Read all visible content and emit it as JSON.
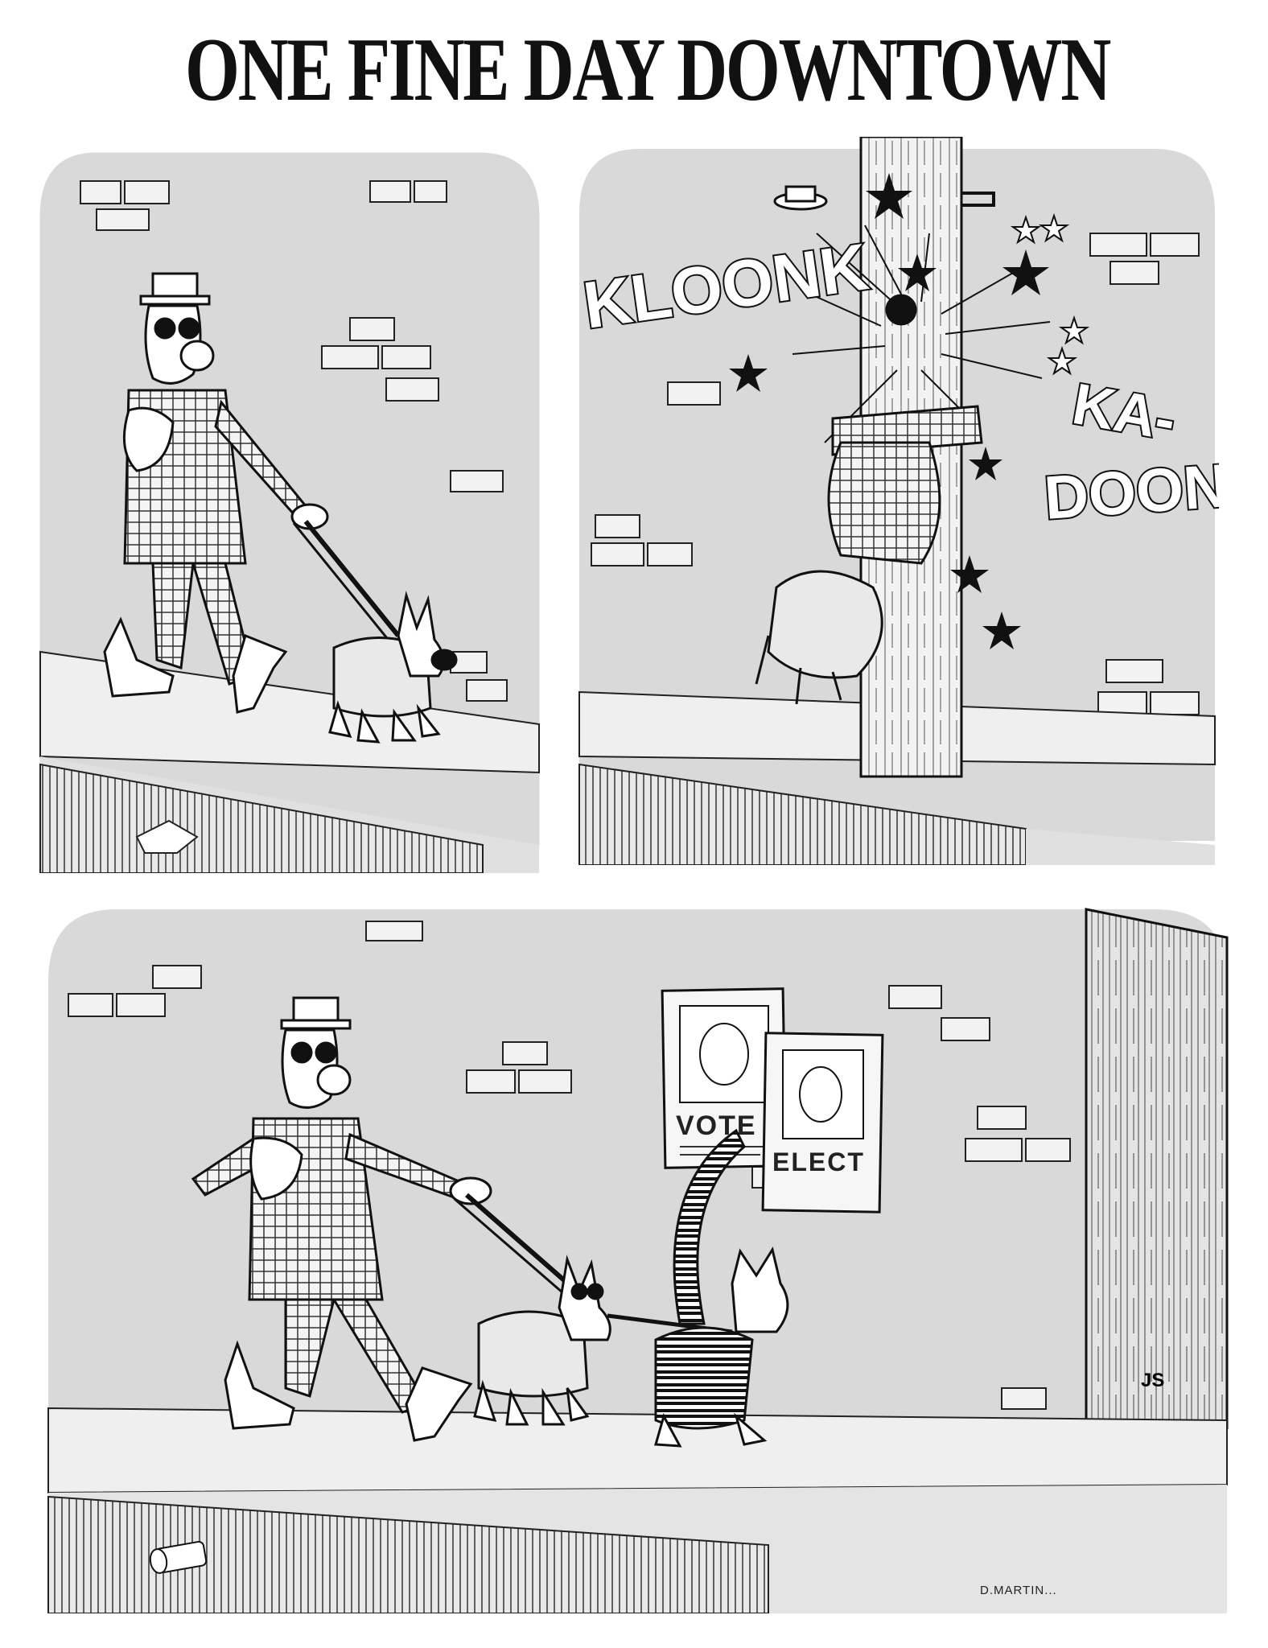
{
  "title": "ONE FINE DAY DOWNTOWN",
  "panel_2": {
    "sfx_1": "KLOONK",
    "sfx_2_line1": "KA-",
    "sfx_2_line2": "DOONK"
  },
  "panel_3": {
    "poster_1": "VOTE",
    "poster_2": "ELECT",
    "initials": "JS",
    "signature": "D.MARTIN..."
  },
  "colors": {
    "paper": "#ffffff",
    "wall": "#d9d9d9",
    "ink": "#111111"
  }
}
